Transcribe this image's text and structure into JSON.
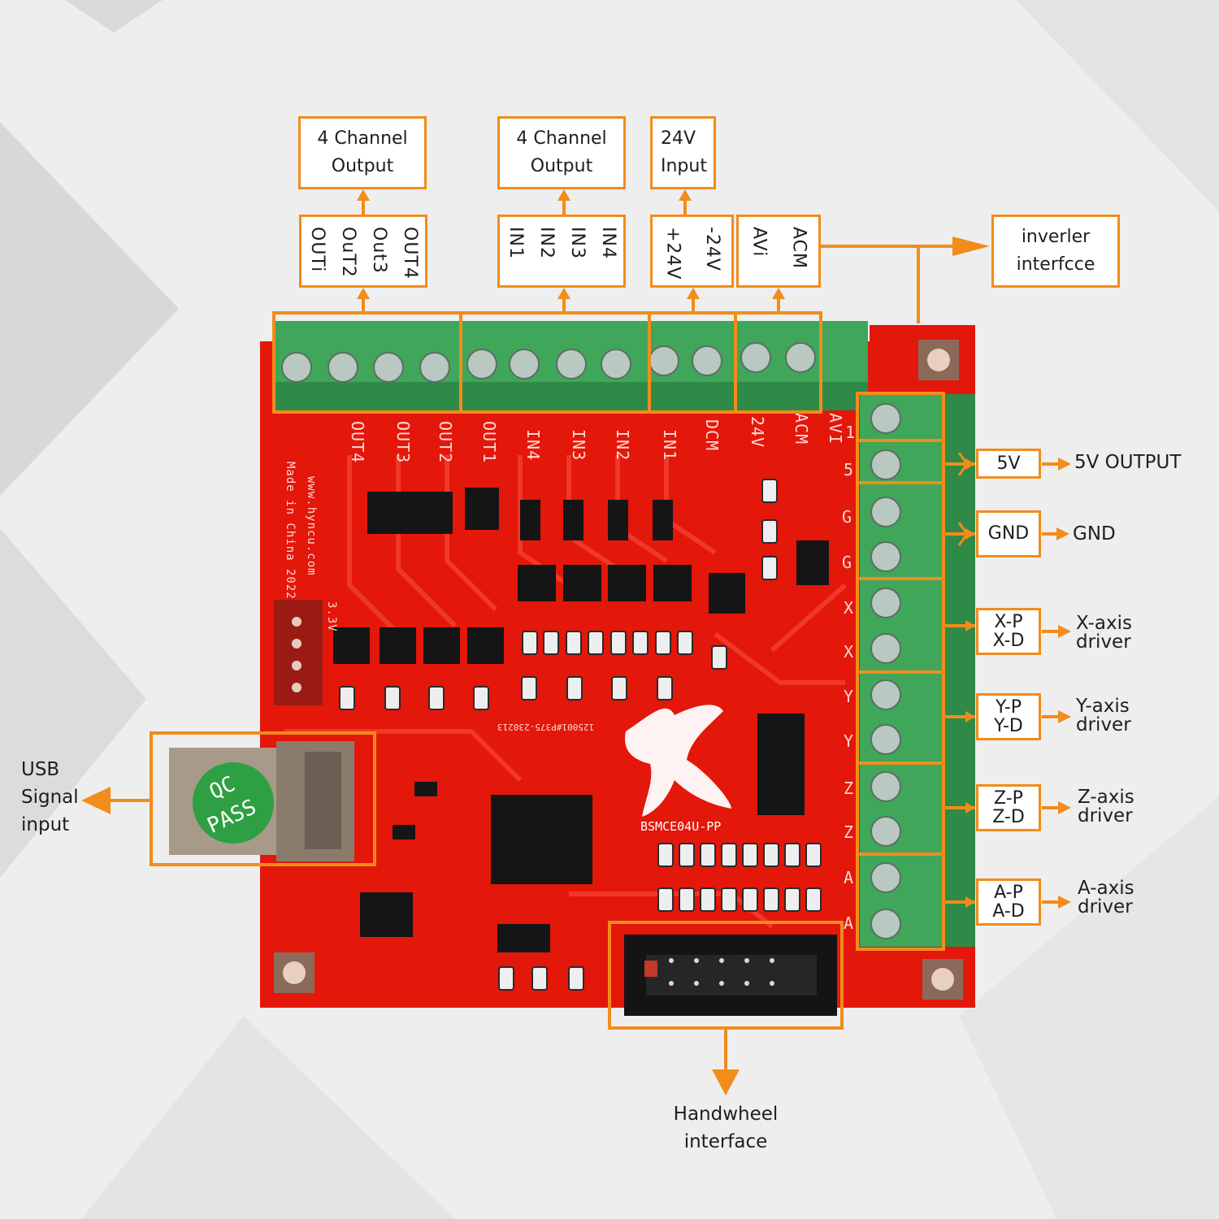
{
  "top_callouts": {
    "out_group_title": "4 Channel\nOutput",
    "in_group_title": "4 Channel\nOutput",
    "power_title": "24V\nInput",
    "inverter_title": "inverler\ninterfcce"
  },
  "top_pins": {
    "out": [
      "OUTi",
      "OuT2",
      "Out3",
      "OUT4"
    ],
    "in": [
      "IN1",
      "IN2",
      "IN3",
      "IN4"
    ],
    "power": [
      "+24V",
      "-24V"
    ],
    "inverter": [
      "AVi",
      "ACM"
    ]
  },
  "right_callouts": [
    {
      "pins": "5V",
      "label": "5V  OUTPUT"
    },
    {
      "pins": "GND",
      "label": "GND"
    },
    {
      "pins": "X-P\nX-D",
      "label": "X-axis\ndriver"
    },
    {
      "pins": "Y-P\nY-D",
      "label": "Y-axis\ndriver"
    },
    {
      "pins": "Z-P\nZ-D",
      "label": "Z-axis\ndriver"
    },
    {
      "pins": "A-P\nA-D",
      "label": "A-axis\ndriver"
    }
  ],
  "left_callout": "USB\nSignal\ninput",
  "bottom_callout": "Handwheel\ninterface",
  "silkscreen": {
    "top_labels": [
      "OUT4",
      "OUT3",
      "OUT2",
      "OUT1",
      "IN4",
      "IN3",
      "IN2",
      "IN1",
      "DCM",
      "24V",
      "ACM",
      "AVI"
    ],
    "right_letters": [
      "1",
      "5",
      "G",
      "G",
      "X",
      "X",
      "Y",
      "Y",
      "Z",
      "Z",
      "A",
      "A"
    ],
    "maker": "www.hyncu.com",
    "made_in": "Made in China 2022",
    "model": "BSMCE04U-PP",
    "serial": "125001#P375-230213",
    "qc_line1": "QC",
    "qc_line2": "PASS",
    "vreg": "3.3V"
  },
  "colors": {
    "accent": "#f28c1b",
    "pcb": "#e3170a",
    "terminal": "#3fa65a"
  }
}
